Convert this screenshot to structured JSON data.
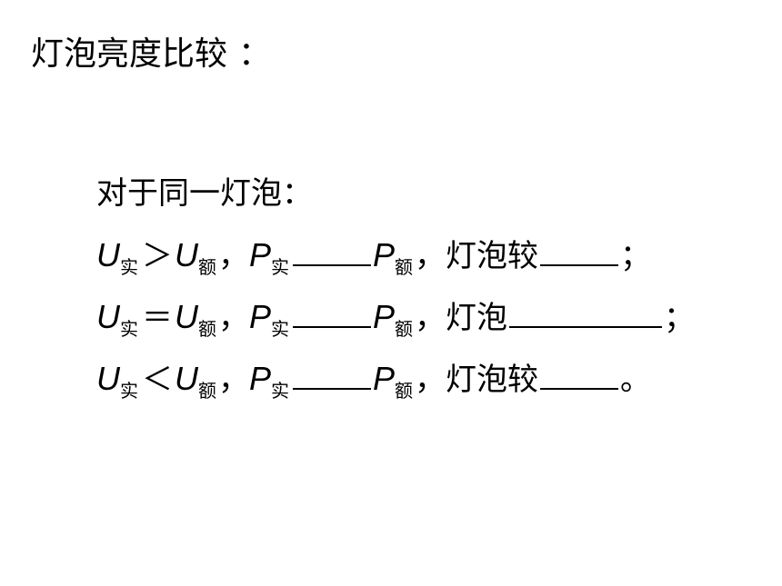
{
  "title": {
    "text": "灯泡亮度比较",
    "colon": "："
  },
  "intro": "对于同一灯泡：",
  "symbols": {
    "U": "U",
    "P": "P",
    "shi": "实",
    "e": "额"
  },
  "rows": [
    {
      "op": "＞",
      "comma1": "，",
      "comma2": "，",
      "tail": "灯泡较",
      "end": "；"
    },
    {
      "op": "＝",
      "comma1": "，",
      "comma2": "，",
      "tail": "灯泡",
      "end": "；"
    },
    {
      "op": "＜",
      "comma1": "，",
      "comma2": "，",
      "tail": "灯泡较",
      "end": "。"
    }
  ]
}
